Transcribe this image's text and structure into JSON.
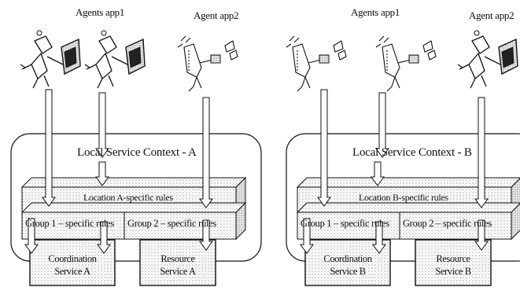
{
  "panels": [
    {
      "agent_label_1": "Agents app1",
      "agent_label_2": "Agent app2",
      "context_title": "Local Service Context - A",
      "location_rules": "Location A-specific rules",
      "group1_rules": "Group 1 – specific rules",
      "group2_rules": "Group 2 – specific rules",
      "service1_line1": "Coordination",
      "service1_line2": "Service A",
      "service2_line1": "Resource",
      "service2_line2": "Service A"
    },
    {
      "agent_label_1": "Agents app1",
      "agent_label_2": "Agent app2",
      "context_title": "Local Service Context - B",
      "location_rules": "Location B-specific rules",
      "group1_rules": "Group 1 – specific rules",
      "group2_rules": "Group 2 – specific rules",
      "service1_line1": "Coordination",
      "service1_line2": "Service B",
      "service2_line1": "Resource",
      "service2_line2": "Service B"
    }
  ],
  "agent_figures": [
    {
      "panel": 0,
      "kind": "app1-agent-with-screen",
      "name": "agent-app1-icon-1"
    },
    {
      "panel": 0,
      "kind": "app1-agent-with-screen",
      "name": "agent-app1-icon-2"
    },
    {
      "panel": 0,
      "kind": "app2-agent-with-device",
      "name": "agent-app2-icon-1"
    },
    {
      "panel": 1,
      "kind": "app2-agent-with-device",
      "name": "agent-app1-icon-3"
    },
    {
      "panel": 1,
      "kind": "app2-agent-with-device",
      "name": "agent-app1-icon-4"
    },
    {
      "panel": 1,
      "kind": "app1-agent-with-screen",
      "name": "agent-app2-icon-2"
    }
  ],
  "colors": {
    "stroke": "#111111",
    "fill": "#ffffff",
    "stipple": "#cfcfcf"
  }
}
